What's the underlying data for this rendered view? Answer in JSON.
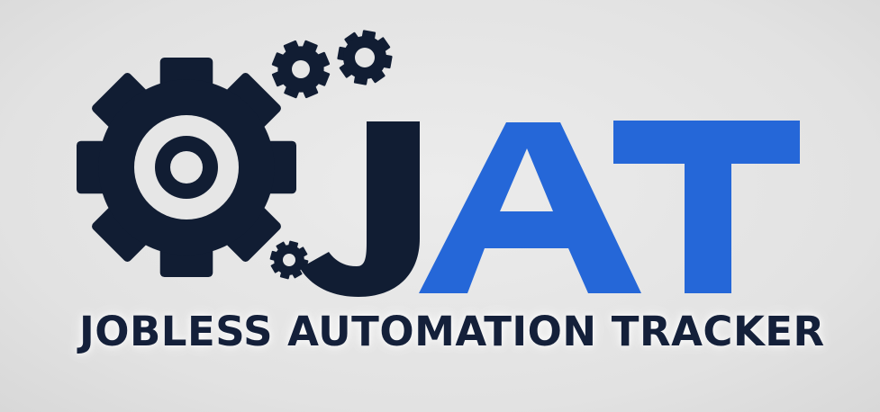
{
  "logo": {
    "letters": [
      {
        "char": "J",
        "color": "#111d33"
      },
      {
        "char": "A",
        "color": "#2567d8"
      },
      {
        "char": "T",
        "color": "#2567d8"
      }
    ],
    "gear_color": "#111d33",
    "icon": "gear-cluster-icon"
  },
  "tagline": "JOBLESS AUTOMATION TRACKER",
  "colors": {
    "dark": "#111d33",
    "accent": "#2567d8",
    "background": "#e4e4e4"
  }
}
